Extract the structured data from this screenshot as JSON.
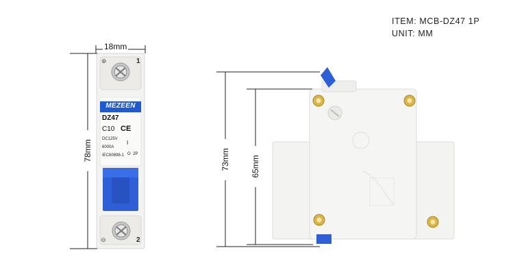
{
  "spec": {
    "item_label": "ITEM:",
    "item_value": "MCB-DZ47  1P",
    "unit_label": "UNIT:",
    "unit_value": "MM"
  },
  "dimensions": {
    "width_front": "18mm",
    "height_front": "78mm",
    "height_side_total": "73mm",
    "height_side_body": "65mm"
  },
  "breaker": {
    "brand": "MEZEEN",
    "model": "DZ47",
    "rating": "C10",
    "ce_mark": "CE",
    "voltage": "DC125V",
    "breaking_capacity": "6000A",
    "standard": "IEC60898-1",
    "terminal_top": "1",
    "terminal_bottom": "2",
    "switch_on": "I",
    "switch_off": "O",
    "switch_suffix": "2P"
  },
  "colors": {
    "body": "#f3f3f1",
    "handle_blue": "#2f5fd6",
    "label_blue": "#1f5bd0",
    "screw_gold": "#c9a227",
    "dimension_line": "#222222"
  }
}
